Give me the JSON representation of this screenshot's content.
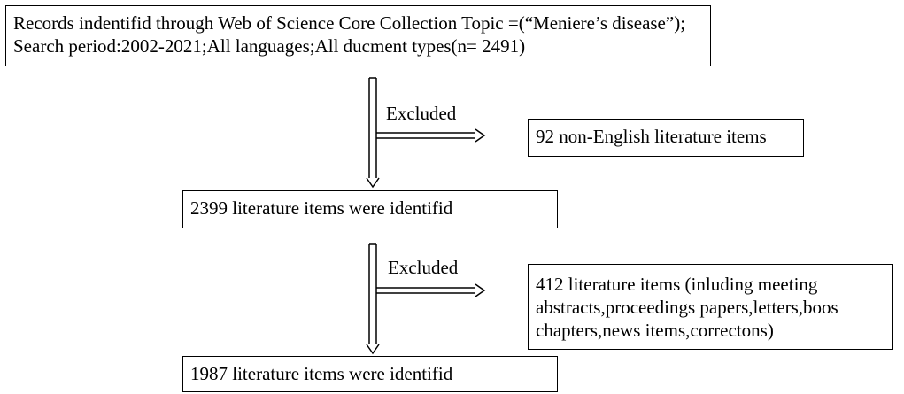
{
  "flowchart": {
    "records_box": "Records  indentifid through Web of Science Core Collection Topic =(“Meniere’s disease”); Search period:2002-2021;All languages;All ducment types(n= 2491)",
    "excluded_label_1": "Excluded",
    "excluded_box_1": "92 non-English literature items",
    "identified_box_1": "2399 literature items were identifid",
    "excluded_label_2": "Excluded",
    "excluded_box_2": "412 literature items (inluding meeting\nabstracts,proceedings papers,letters,boos\nchapters,news items,correctons)",
    "identified_box_2": "1987 literature items were identifid"
  }
}
